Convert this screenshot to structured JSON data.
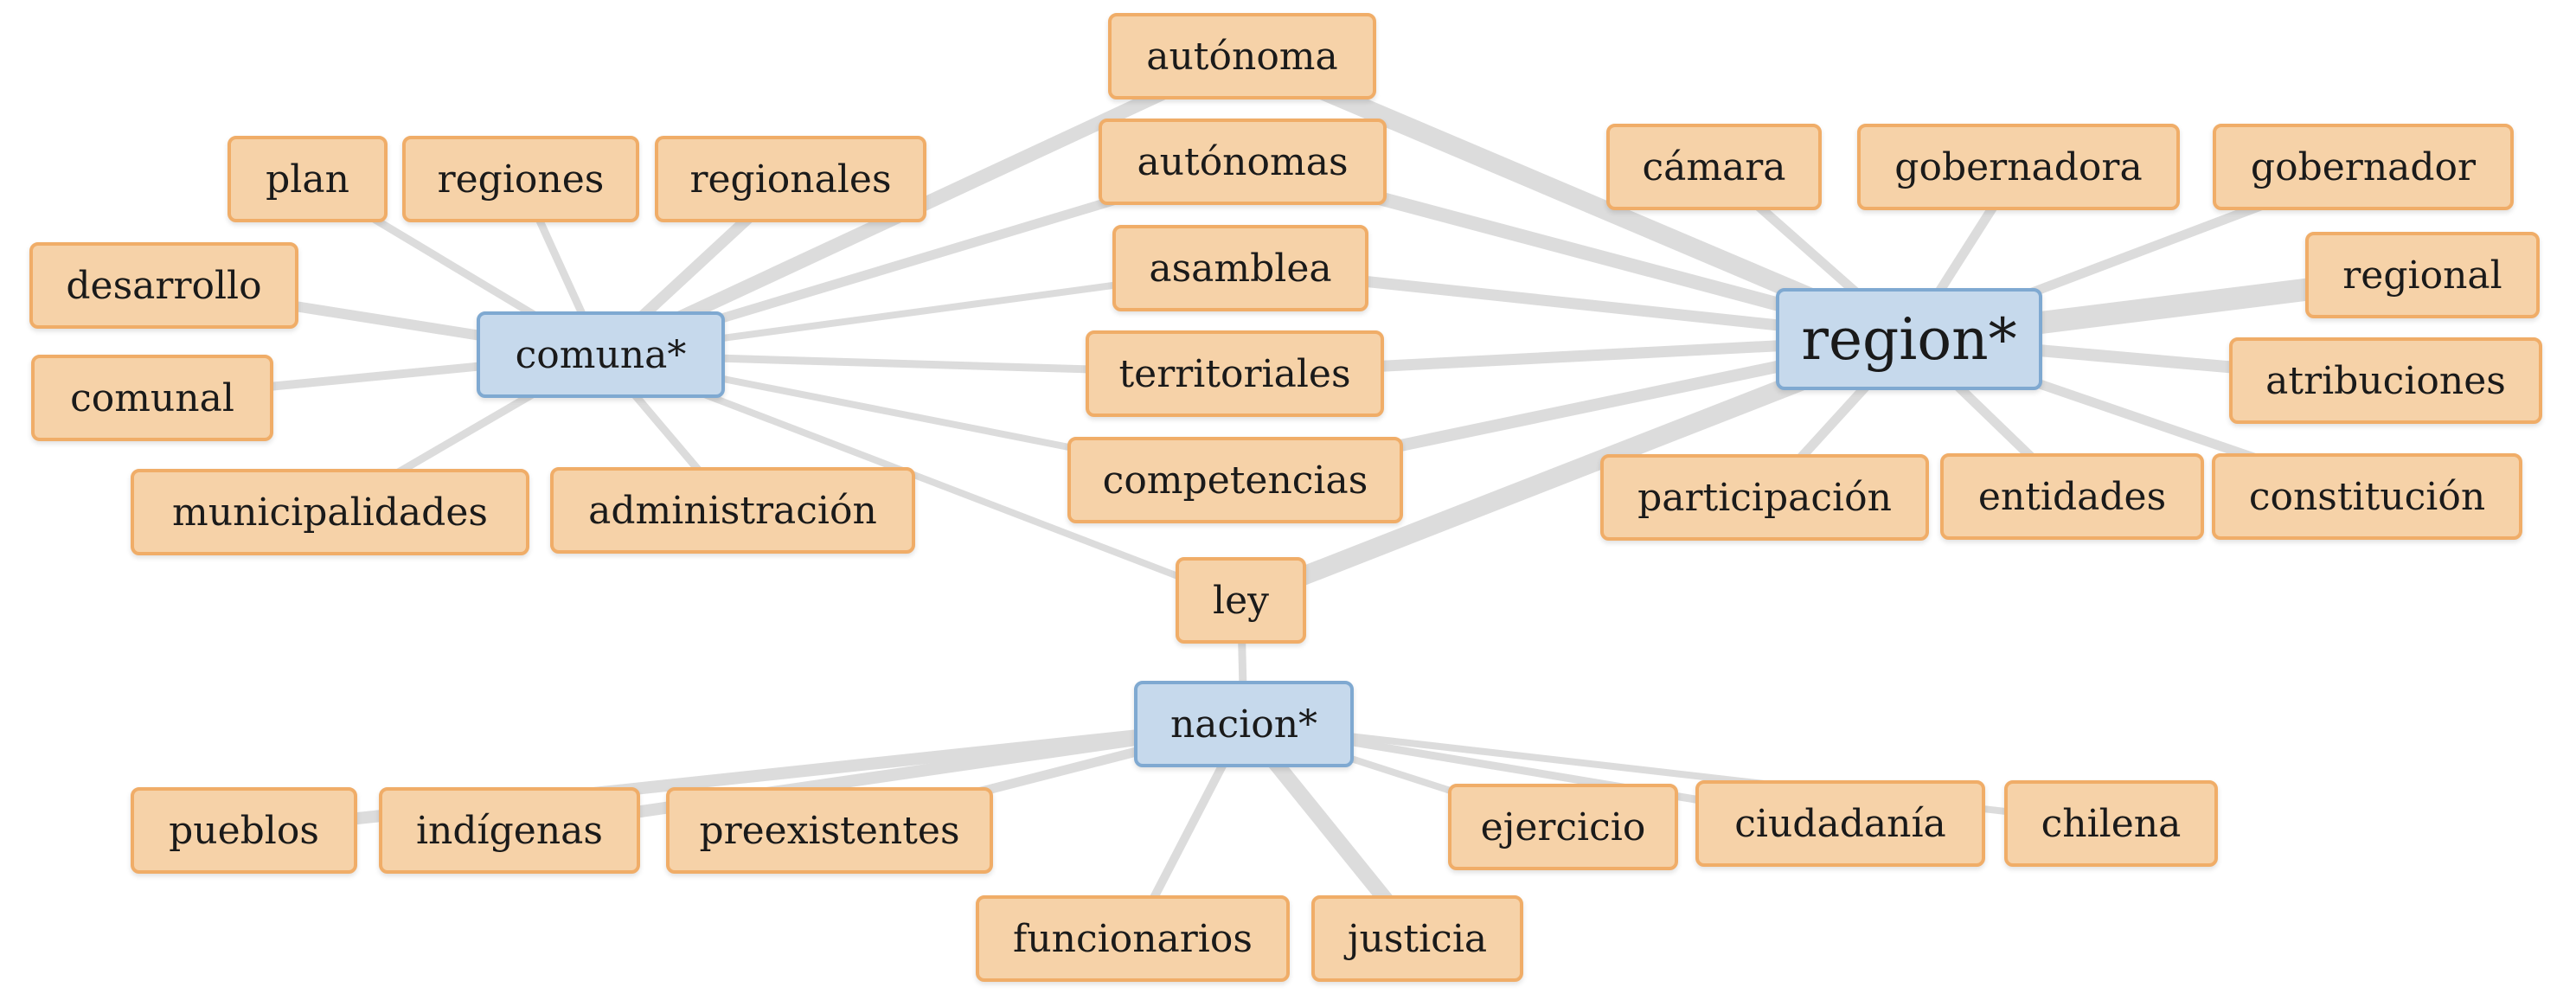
{
  "colors": {
    "leaf_fill": "#f6d2a8",
    "leaf_border": "#f0ad68",
    "hub_fill": "#c6d9ec",
    "hub_border": "#7fa9d1",
    "edge": "#dcdcdc"
  },
  "hubs": {
    "comuna": "comuna*",
    "region": "region*",
    "nacion": "nacion*"
  },
  "words": {
    "autonoma": "autónoma",
    "autonomas": "autónomas",
    "asamblea": "asamblea",
    "territoriales": "territoriales",
    "competencias": "competencias",
    "ley": "ley",
    "plan": "plan",
    "regiones": "regiones",
    "regionales": "regionales",
    "desarrollo": "desarrollo",
    "comunal": "comunal",
    "municipalidades": "municipalidades",
    "administracion": "administración",
    "camara": "cámara",
    "gobernadora": "gobernadora",
    "gobernador": "gobernador",
    "regional": "regional",
    "atribuciones": "atribuciones",
    "participacion": "participación",
    "entidades": "entidades",
    "constitucion": "constitución",
    "pueblos": "pueblos",
    "indigenas": "indígenas",
    "preexistentes": "preexistentes",
    "ejercicio": "ejercicio",
    "ciudadania": "ciudadanía",
    "chilena": "chilena",
    "funcionarios": "funcionarios",
    "justicia": "justicia"
  }
}
